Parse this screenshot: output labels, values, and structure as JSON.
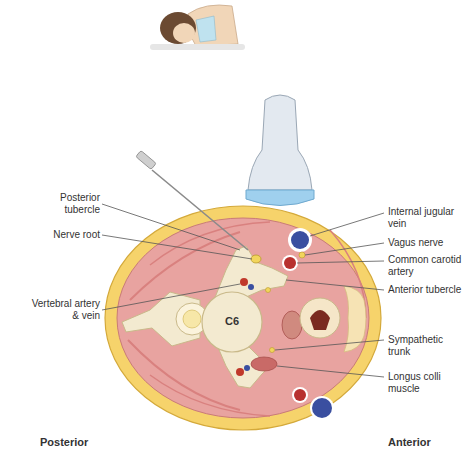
{
  "diagram": {
    "labels": [
      "Posterior tubercle",
      "Nerve root",
      "Vertebral artery & vein",
      "C6",
      "Internal jugular vein",
      "Vagus nerve",
      "Common carotid artery",
      "Anterior tubercle",
      "Sympathetic trunk",
      "Longus colli muscle",
      "Posterior",
      "Anterior"
    ]
  }
}
